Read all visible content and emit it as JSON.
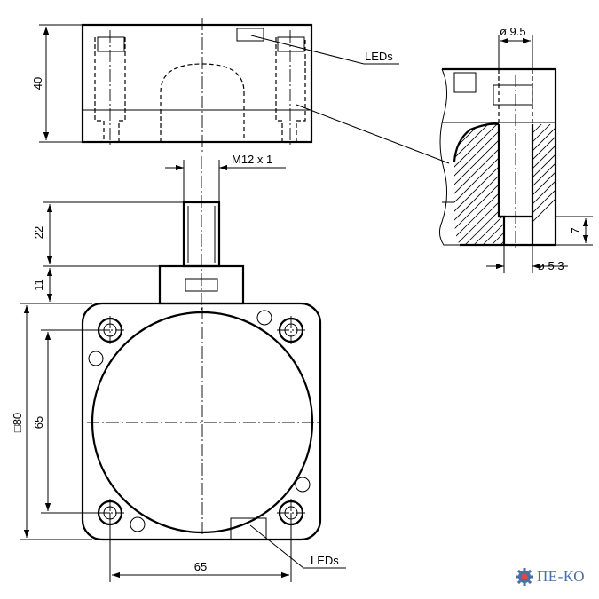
{
  "dimensions": {
    "top_height": "40",
    "thread": "M12 x 1",
    "stud_length": "22",
    "shoulder": "11",
    "body_square": "80",
    "body_square_symbol": "□",
    "hole_spacing_vertical": "65",
    "hole_spacing_horizontal": "65",
    "bore_diameter": "ø 9.5",
    "hole_diameter": "ø 5.3",
    "counterbore_depth": "7"
  },
  "labels": {
    "leds_top": "LEDs",
    "leds_bottom": "LEDs"
  },
  "logo": {
    "text": "ПЕ-КО",
    "colors": {
      "gear": "#4a6fa5",
      "accent": "#d94b3b"
    }
  }
}
